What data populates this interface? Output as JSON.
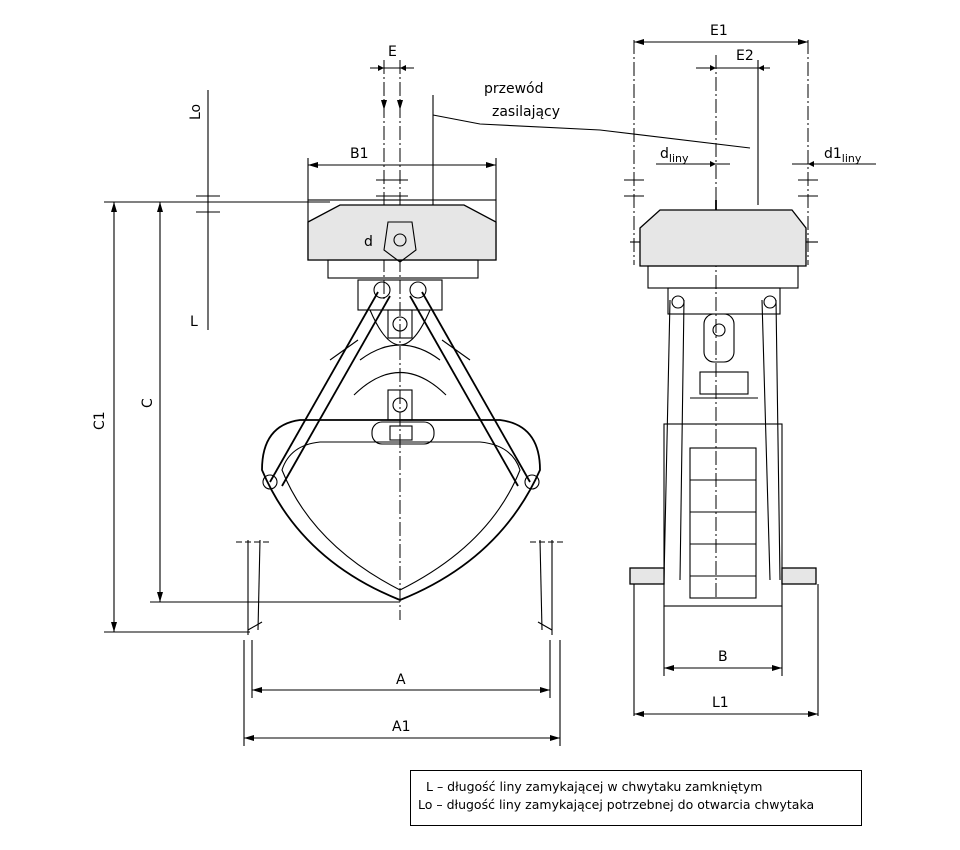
{
  "labels": {
    "E": "E",
    "Lo": "Lo",
    "B1": "B1",
    "L": "L",
    "C1": "C1",
    "C": "C",
    "A": "A",
    "A1": "A1",
    "E1": "E1",
    "E2": "E2",
    "d_liny_main": "d",
    "d_liny_sub": "liny",
    "d1_liny_main": "d1",
    "d1_liny_sub": "liny",
    "B": "B",
    "L1": "L1"
  },
  "callout": {
    "line1": "przewód",
    "line2": "zasilający"
  },
  "notes": {
    "line1": "L – długość liny zamykającej w chwytaku zamkniętym",
    "line2": "Lo – długość liny zamykającej potrzebnej do otwarcia chwytaka"
  }
}
